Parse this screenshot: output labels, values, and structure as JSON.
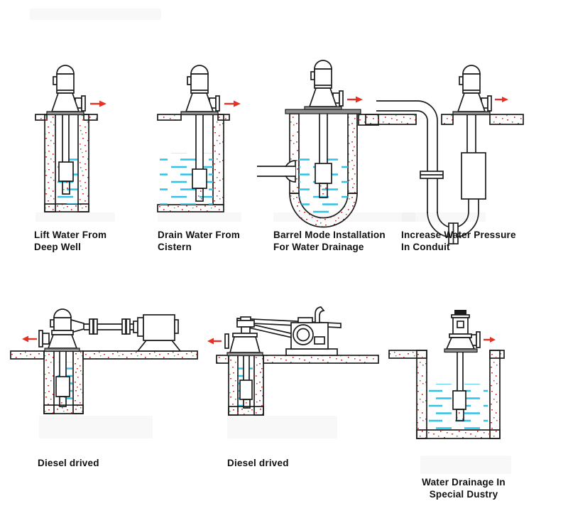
{
  "colors": {
    "line": "#1c1c1c",
    "stipple": "#cc3a35",
    "accent": "#57a84f",
    "water": "#2fc2e8",
    "plate": "#8f8f8f",
    "arrow": "#e63226",
    "text": "#101010",
    "background": "#ffffff"
  },
  "diagrams": [
    {
      "id": "deep-well",
      "caption": "Lift Water From\nDeep Well",
      "flow": "right"
    },
    {
      "id": "cistern",
      "caption": "Drain Water From\nCistern",
      "flow": "right"
    },
    {
      "id": "barrel",
      "caption": "Barrel Mode Installation\nFor Water Drainage",
      "flow": "right"
    },
    {
      "id": "conduit",
      "caption": "Increase Water Pressure\nIn Conduit",
      "flow": "right"
    },
    {
      "id": "diesel-shaft",
      "caption": "Diesel drived",
      "flow": "left"
    },
    {
      "id": "diesel-belt",
      "caption": "Diesel drived",
      "flow": "left"
    },
    {
      "id": "special-industry",
      "caption": "Water Drainage In\nSpecial Dustry",
      "flow": "right"
    }
  ]
}
